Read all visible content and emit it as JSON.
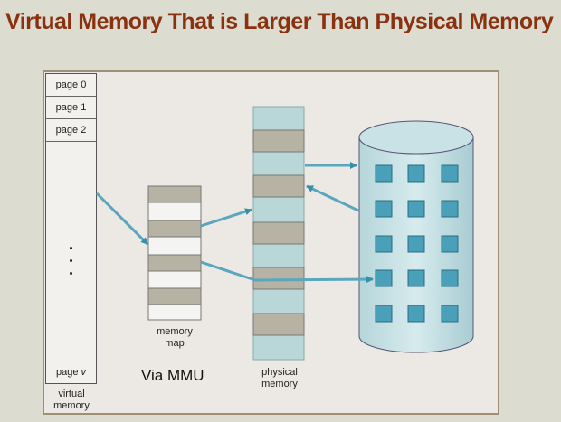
{
  "title": "Virtual Memory That is Larger Than Physical Memory",
  "virtual_memory": {
    "pages": [
      "page 0",
      "page 1",
      "page 2"
    ],
    "last_page_prefix": "page ",
    "last_page_var": "v",
    "label_line1": "virtual",
    "label_line2": "memory"
  },
  "memory_map": {
    "label_line1": "memory",
    "label_line2": "map"
  },
  "physical_memory": {
    "label_line1": "physical",
    "label_line2": "memory"
  },
  "annotation": "Via MMU",
  "colors": {
    "title": "#8a3210",
    "phys_free": "#b9d6d8",
    "phys_used": "#b6b3a4",
    "arrow": "#5aa6be",
    "disk_block": "#4aa0b8"
  }
}
